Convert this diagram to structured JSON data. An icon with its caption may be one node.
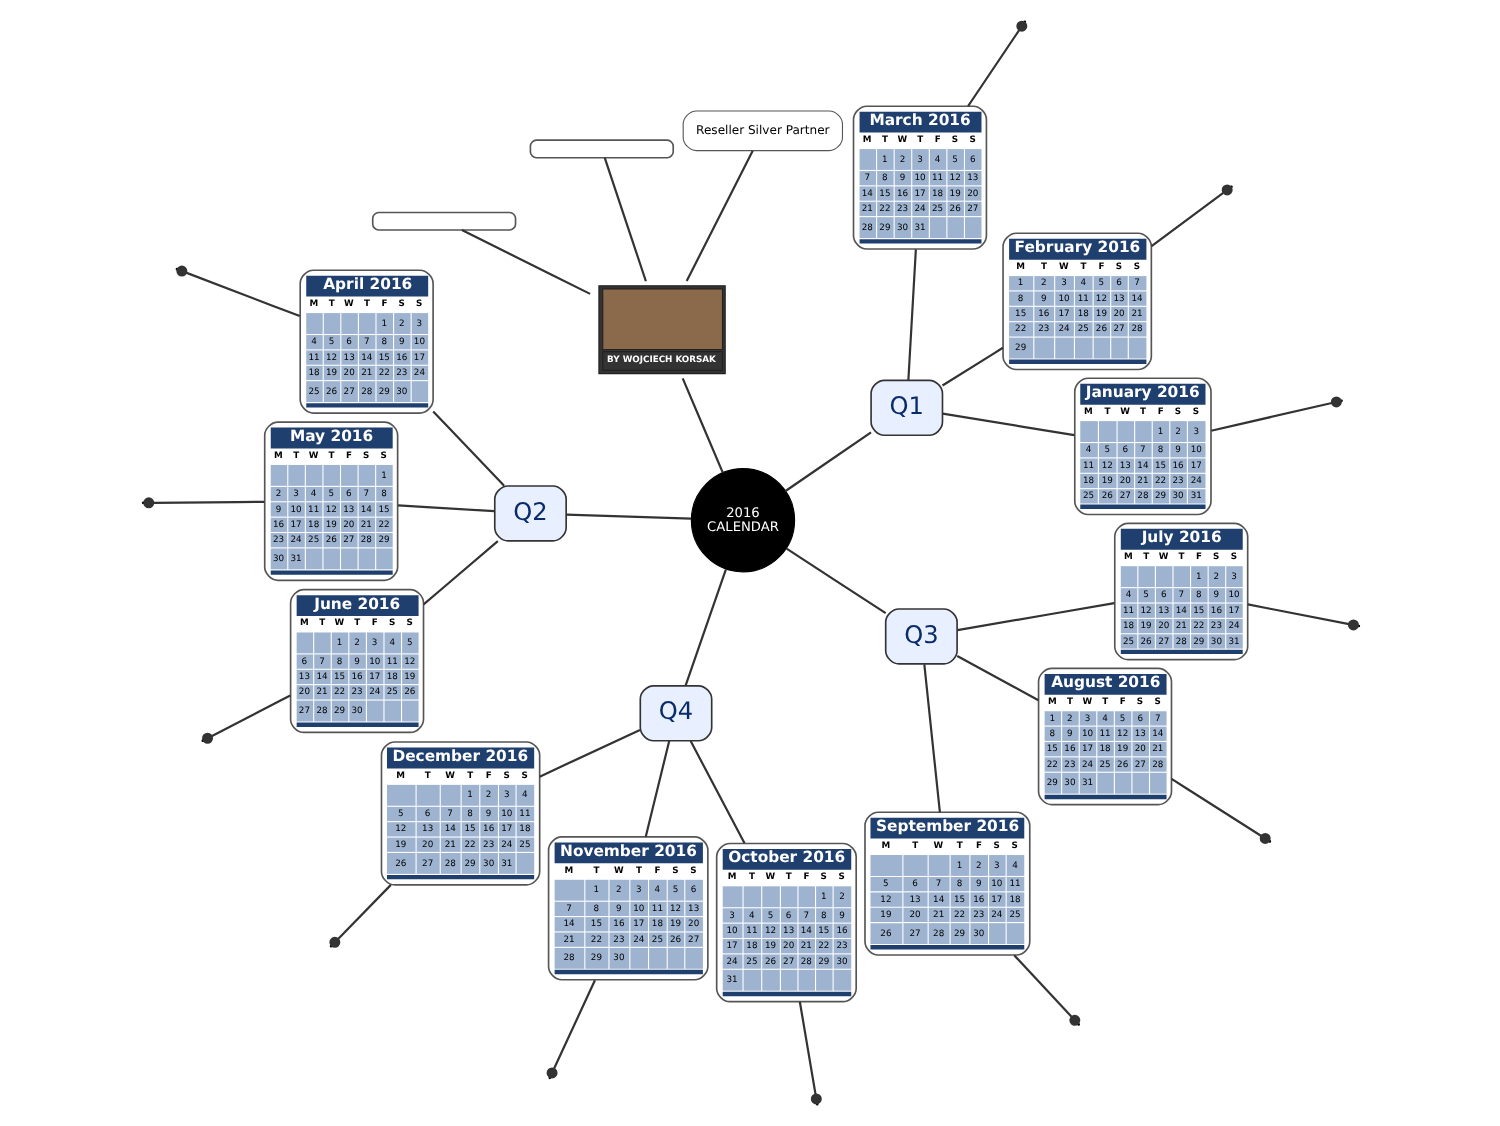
{
  "diagram": {
    "nodes": [
      {
        "text": [
          "2016 CALENDAR"
        ]
      },
      {
        "text": [
          "Q1"
        ]
      },
      {
        "text": [
          "January 2016",
          "M T W T F S S",
          "1 2 3",
          "4 5 6 7 8 9 10",
          "11 12 13 14 15 16 17",
          "18 19 20 21 22 23 24",
          "25 26 27 28 29 30 31"
        ]
      },
      {
        "text": [
          "February 2016",
          "M T W T F S S",
          "1 2 3 4 5 6 7",
          "8 9 10 11 12 13 14",
          "15 16 17 18 19 20 21",
          "22 23 24 25 26 27 28",
          "29"
        ]
      },
      {
        "text": [
          "March 2016",
          "M T W T F S S",
          "1 2 3 4 5 6",
          "7 8 9 10 11 12 13",
          "14 15 16 17 18 19 20",
          "21 22 23 24 25 26 27",
          "28 29 30 31"
        ]
      },
      {
        "text": [
          "BY WOJCIECH KORSAK"
        ]
      },
      {
        "text": [
          "Reseller Silver Partner"
        ]
      },
      {
        "text": [],
        "shape": "box"
      },
      {
        "text": [],
        "shape": "box"
      },
      {
        "text": [
          "Q2"
        ]
      },
      {
        "text": [
          "April 2016",
          "M T W T F S S",
          "1 2 3",
          "4 5 6 7 8 9 10",
          "11 12 13 14 15 16 17",
          "18 19 20 21 22 23 24",
          "25 26 27 28 29 30"
        ]
      },
      {
        "text": [
          "May 2016",
          "M T W T F S S",
          "1",
          "2 3 4 5 6 7 8",
          "9 10 11 12 13 14 15",
          "16 17 18 19 20 21 22",
          "23 24 25 26 27 28 29",
          "30 31"
        ]
      },
      {
        "text": [
          "June 2016",
          "M T W T F S S",
          "1 2 3 4 5",
          "6 7 8 9 10 11 12",
          "13 14 15 16 17 18 19",
          "20 21 22 23 24 25 26",
          "27 28 29 30"
        ]
      },
      {
        "text": [
          "Q4"
        ]
      },
      {
        "text": [
          "December 2016",
          "M T W T F S S",
          "1 2 3 4",
          "5 6 7 8 9 10 11",
          "12 13 14 15 16 17 18",
          "19 20 21 22 23 24 25",
          "26 27 28 29 30 31"
        ]
      },
      {
        "text": [
          "November 2016",
          "M T W T F S S",
          "1 2 3 4 5 6",
          "7 8 9 10 11 12 13",
          "14 15 16 17 18 19 20",
          "21 22 23 24 25 26 27",
          "28 29 30"
        ]
      },
      {
        "text": [
          "October 2016",
          "M T W T F S S",
          "1 2",
          "3 4 5 6 7 8 9",
          "10 11 12 13 14 15 16",
          "17 18 19 20 21 22 23",
          "24 25 26 27 28 29 30",
          "31"
        ]
      },
      {
        "text": [
          "Q3"
        ]
      },
      {
        "text": [
          "September 2016",
          "M T W T F S S",
          "1 2 3 4",
          "5 6 7 8 9 10 11",
          "12 13 14 15 16 17 18",
          "19 20 21 22 23 24 25",
          "26 27 28 29 30"
        ]
      },
      {
        "text": [
          "August 2016",
          "M T W T F S S",
          "1 2 3 4 5 6 7",
          "8 9 10 11 12 13 14",
          "15 16 17 18 19 20 21",
          "22 23 24 25 26 27 28",
          "29 30 31"
        ]
      },
      {
        "text": [
          "July 2016",
          "M T W T F S S",
          "1 2 3",
          "4 5 6 7 8 9 10",
          "11 12 13 14 15 16 17",
          "18 19 20 21 22 23 24",
          "25 26 27 28 29 30 31"
        ]
      }
    ],
    "edges": [
      {
        "from": 0,
        "to": 1,
        "arrow": "none"
      },
      {
        "from": 1,
        "to": 2,
        "arrow": "none"
      },
      {
        "from": 1,
        "to": 3,
        "arrow": "none"
      },
      {
        "from": 1,
        "to": 4,
        "arrow": "none"
      },
      {
        "from": 0,
        "to": 5,
        "arrow": "none"
      },
      {
        "from": 5,
        "to": 6,
        "arrow": "none"
      },
      {
        "from": 5,
        "to": 7,
        "arrow": "none"
      },
      {
        "from": 5,
        "to": 8,
        "arrow": "none"
      },
      {
        "from": 0,
        "to": 9,
        "arrow": "none"
      },
      {
        "from": 9,
        "to": 10,
        "arrow": "none"
      },
      {
        "from": 9,
        "to": 11,
        "arrow": "none"
      },
      {
        "from": 9,
        "to": 12,
        "arrow": "none"
      },
      {
        "from": 0,
        "to": 13,
        "arrow": "none"
      },
      {
        "from": 13,
        "to": 14,
        "arrow": "none"
      },
      {
        "from": 13,
        "to": 15,
        "arrow": "none"
      },
      {
        "from": 13,
        "to": 16,
        "arrow": "none"
      },
      {
        "from": 0,
        "to": 17,
        "arrow": "none"
      },
      {
        "from": 17,
        "to": 18,
        "arrow": "none"
      },
      {
        "from": 17,
        "to": 19,
        "arrow": "none"
      },
      {
        "from": 17,
        "to": 20,
        "arrow": "none"
      },
      {
        "from": 2,
        "to": null,
        "arrow": "other"
      },
      {
        "from": 3,
        "to": null,
        "arrow": "other"
      },
      {
        "from": 4,
        "to": null,
        "arrow": "other"
      },
      {
        "from": 10,
        "to": null,
        "arrow": "other"
      },
      {
        "from": 11,
        "to": null,
        "arrow": "other"
      },
      {
        "from": 12,
        "to": null,
        "arrow": "other"
      },
      {
        "from": 14,
        "to": null,
        "arrow": "other"
      },
      {
        "from": 15,
        "to": null,
        "arrow": "other"
      },
      {
        "from": 16,
        "to": null,
        "arrow": "other"
      },
      {
        "from": 18,
        "to": null,
        "arrow": "other"
      },
      {
        "from": 19,
        "to": null,
        "arrow": "other"
      },
      {
        "from": 20,
        "to": null,
        "arrow": "other"
      }
    ]
  }
}
